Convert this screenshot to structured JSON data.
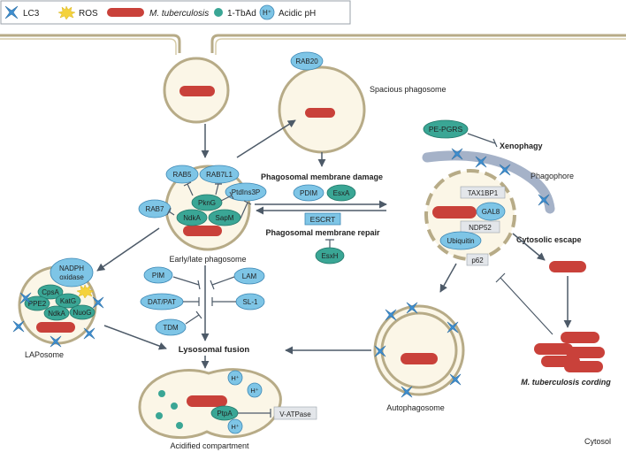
{
  "legend": {
    "lc3": "LC3",
    "ros": "ROS",
    "mtb": "M. tuberculosis",
    "tbad": "1-TbAd",
    "acidic_symbol": "H⁺",
    "acidic": "Acidic pH"
  },
  "phagosome": {
    "spacious_label": "Spacious phagosome",
    "rab20": "RAB20",
    "early_late_label": "Early/late phagosome",
    "rab5": "RAB5",
    "rab7l1": "RAB7L1",
    "rab7": "RAB7",
    "pkng": "PknG",
    "ptdins3p": "PtdIns3P",
    "ndka": "NdkA",
    "sapm": "SapM"
  },
  "membrane": {
    "damage_label": "Phagosomal membrane damage",
    "pdim": "PDIM",
    "esxa": "EsxA",
    "escrt": "ESCRT",
    "repair_label": "Phagosomal membrane repair",
    "esxh": "EsxH"
  },
  "xenophagy": {
    "pe_pgrs": "PE-PGRS",
    "xenophagy_label": "Xenophagy",
    "phagophore_label": "Phagophore",
    "tax1bp1": "TAX1BP1",
    "gal8": "GAL8",
    "ndp52": "NDP52",
    "ubiquitin": "Ubiquitin",
    "p62": "p62",
    "cytosolic_escape": "Cytosolic escape",
    "cording_label": "M. tuberculosis cording"
  },
  "laposome": {
    "label": "LAPosome",
    "nadph": "NADPH",
    "oxidase": "oxidase",
    "cpsa": "CpsA",
    "katg": "KatG",
    "ppe2": "PPE2",
    "ndka": "NdkA",
    "nuog": "NuoG"
  },
  "lipids": {
    "pim": "PIM",
    "lam": "LAM",
    "dat_pat": "DAT/PAT",
    "sl1": "SL-1",
    "tdm": "TDM"
  },
  "fusion": {
    "lysosomal_fusion": "Lysosomal fusion",
    "acidified_label": "Acidified compartment",
    "ptpa": "PtpA",
    "v_atpase": "V-ATPase",
    "h_plus": "H⁺",
    "autophagosome_label": "Autophagosome",
    "cytosol": "Cytosol"
  },
  "colors": {
    "membrane_fill": "#fbf6e7",
    "membrane_stroke": "#b7ab87",
    "mtb_red": "#c9413a",
    "teal": "#3aa695",
    "blue_protein": "#7ec5e6",
    "lc3_blue": "#3f8fd0",
    "ros_yellow": "#f4d23d",
    "grey_box": "#e3e6ea",
    "arrow": "#4d5a68",
    "phagophore": "#a5b2c8"
  }
}
